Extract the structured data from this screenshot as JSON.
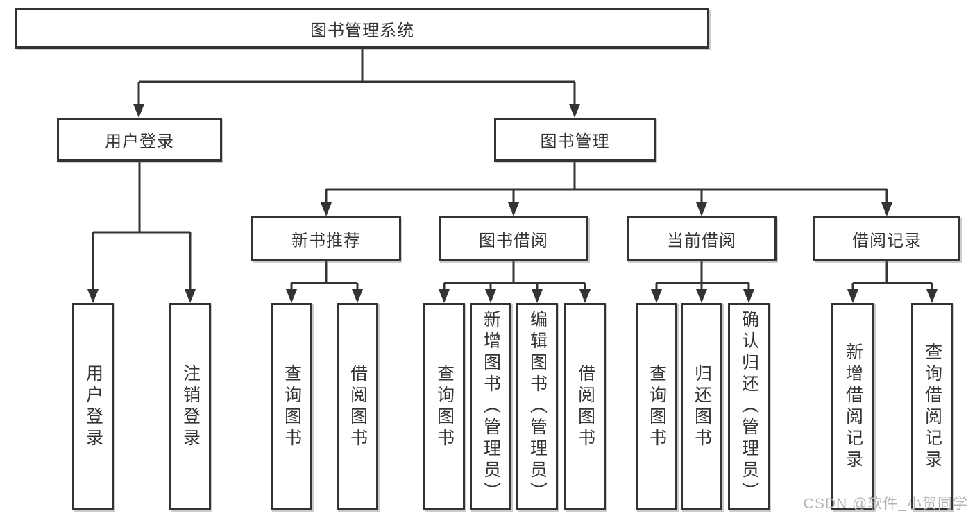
{
  "root": {
    "label": "图书管理系统"
  },
  "level1": [
    {
      "label": "用户登录"
    },
    {
      "label": "图书管理"
    }
  ],
  "level2": [
    {
      "label": "新书推荐"
    },
    {
      "label": "图书借阅"
    },
    {
      "label": "当前借阅"
    },
    {
      "label": "借阅记录"
    }
  ],
  "leaves": [
    {
      "parent": "用户登录",
      "label": "用户登录"
    },
    {
      "parent": "用户登录",
      "label": "注销登录"
    },
    {
      "parent": "新书推荐",
      "label": "查询图书"
    },
    {
      "parent": "新书推荐",
      "label": "借阅图书"
    },
    {
      "parent": "图书借阅",
      "label": "查询图书"
    },
    {
      "parent": "图书借阅",
      "label": "新增图书（管理员）"
    },
    {
      "parent": "图书借阅",
      "label": "编辑图书（管理员）"
    },
    {
      "parent": "图书借阅",
      "label": "借阅图书"
    },
    {
      "parent": "当前借阅",
      "label": "查询图书"
    },
    {
      "parent": "当前借阅",
      "label": "归还图书"
    },
    {
      "parent": "当前借阅",
      "label": "确认归还（管理员）"
    },
    {
      "parent": "借阅记录",
      "label": "新增借阅记录"
    },
    {
      "parent": "借阅记录",
      "label": "查询借阅记录"
    }
  ],
  "watermark": {
    "text": "CSDN @软件_小贺同学"
  },
  "colors": {
    "line": "#333333",
    "text": "#333333",
    "background": "#ffffff",
    "watermark": "#b3b3b3"
  }
}
